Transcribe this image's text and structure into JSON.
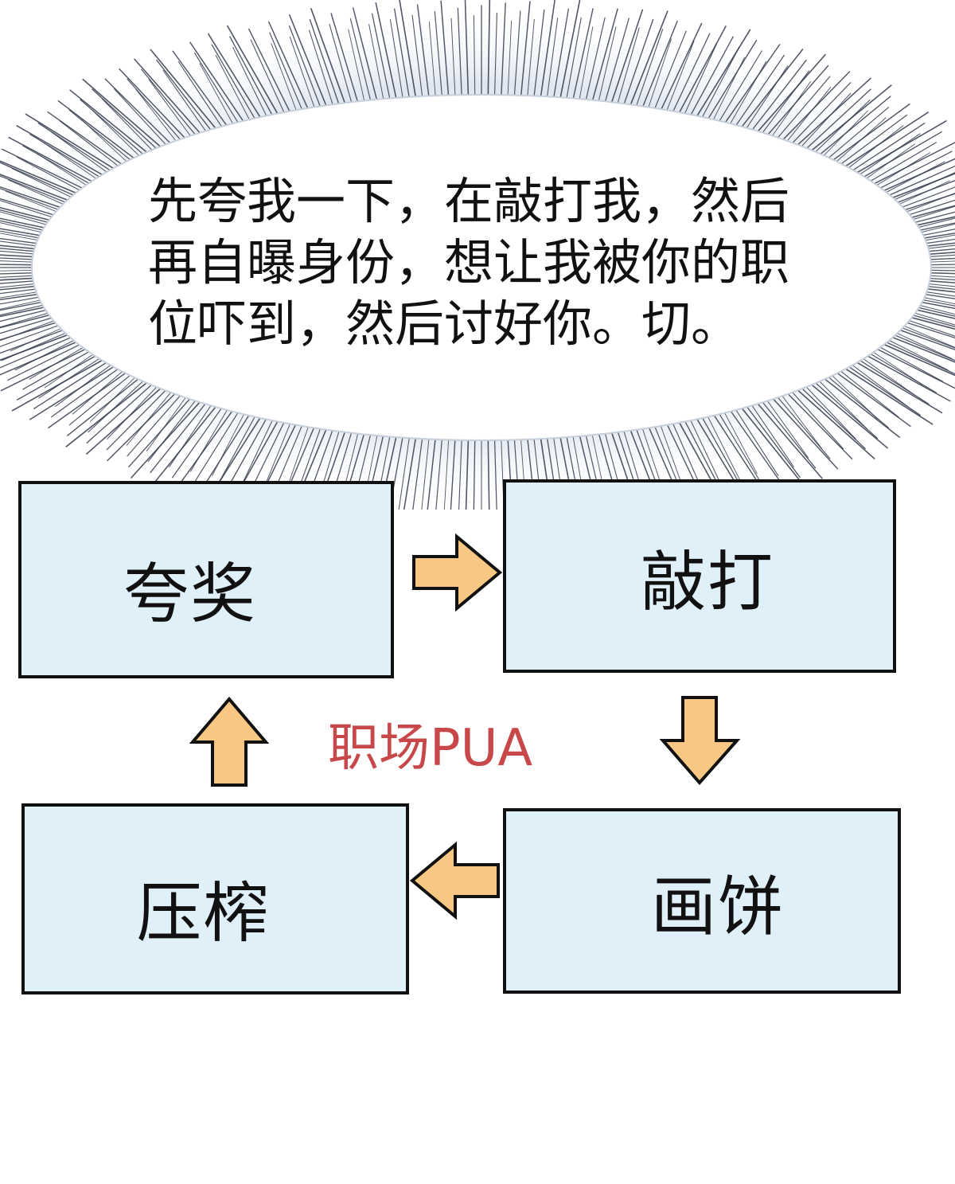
{
  "speech_bubble": {
    "lines": [
      "先夸我一下，在敲打我，然后",
      "再自曝身份，想让我被你的职",
      "位吓到，然后讨好你。切。"
    ]
  },
  "diagram": {
    "center_label": "职场PUA",
    "nodes": {
      "praise": "夸奖",
      "beat": "敲打",
      "promise": "画饼",
      "squeeze": "压榨"
    }
  },
  "colors": {
    "box_fill": "#dff0f9",
    "arrow_fill": "#f9c784",
    "center_label": "#c8484a",
    "burst_lines": "#333a4a"
  }
}
